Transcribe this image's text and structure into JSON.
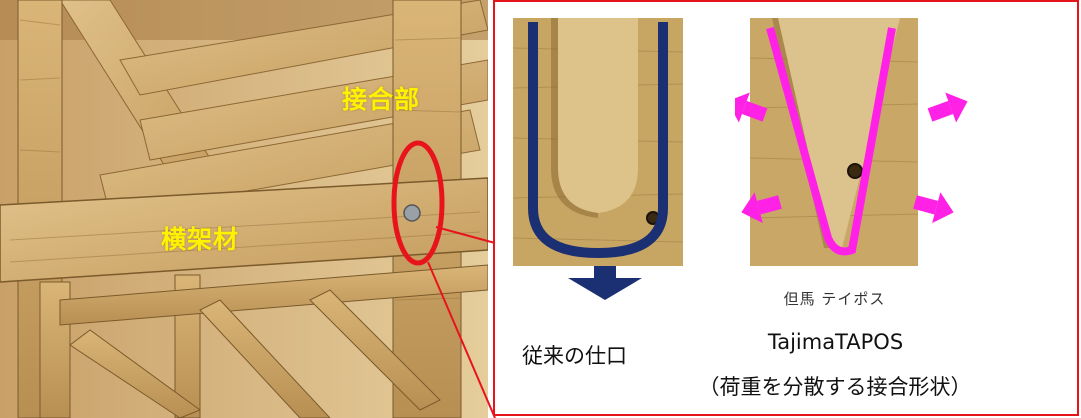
{
  "photo": {
    "joint_label": "接合部",
    "beam_label": "横架材"
  },
  "detail": {
    "conventional_caption": "従来の仕口",
    "tapos_jp_caption": "但馬 テイポス",
    "tapos_en_caption": "TajimaTAPOS",
    "tapos_desc_caption": "（荷重を分散する接合形状）"
  },
  "colors": {
    "frame_red": "#e8141c",
    "conventional_outline_navy": "#1b2f73",
    "tapos_outline_magenta": "#ff22e6",
    "label_yellow": "#fff200",
    "wood_light": "#d8b878",
    "wood_dark": "#a9844c"
  },
  "icons": {
    "load_down_arrow": "down-arrow-icon",
    "load_spread_arrows": "outward-arrow-icon"
  }
}
